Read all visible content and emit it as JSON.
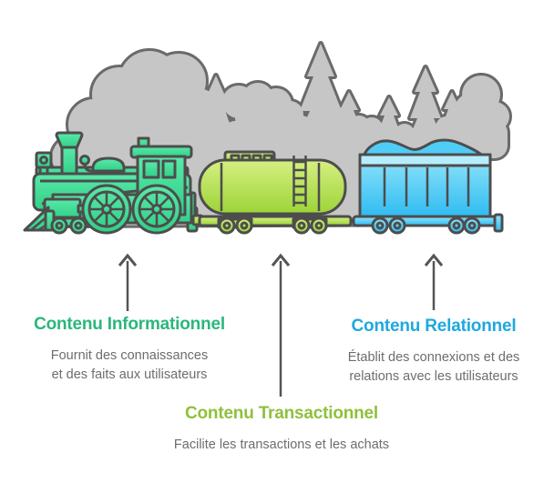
{
  "scene": {
    "name": "content-train-infographic",
    "background": {
      "description": "smoke-clouds-and-pine-forest-silhouette",
      "fill": "#c6c6c6",
      "outline": "#6a6a6a"
    },
    "train": {
      "locomotive": {
        "type": "steam-locomotive",
        "color": "#45e09a"
      },
      "tank_car": {
        "type": "tanker-wagon",
        "color": "#aede4e"
      },
      "box_car": {
        "type": "freight-wagon-with-load",
        "color": "#45c8f5"
      }
    }
  },
  "annotations": [
    {
      "id": "informational",
      "title": "Contenu Informationnel",
      "title_color": "#2cb67c",
      "desc_line1": "Fournit des connaissances",
      "desc_line2": "et des faits aux utilisateurs"
    },
    {
      "id": "transactional",
      "title": "Contenu Transactionnel",
      "title_color": "#8fc03c",
      "desc_line1": "Facilite les transactions et les achats",
      "desc_line2": ""
    },
    {
      "id": "relational",
      "title": "Contenu Relationnel",
      "title_color": "#1fa8e0",
      "desc_line1": "Établit des connexions et des",
      "desc_line2": "relations avec les utilisateurs"
    }
  ],
  "styles": {
    "description_color": "#6d6d6d",
    "arrow_color": "#555555",
    "train_outline": "#4d4d4d"
  }
}
